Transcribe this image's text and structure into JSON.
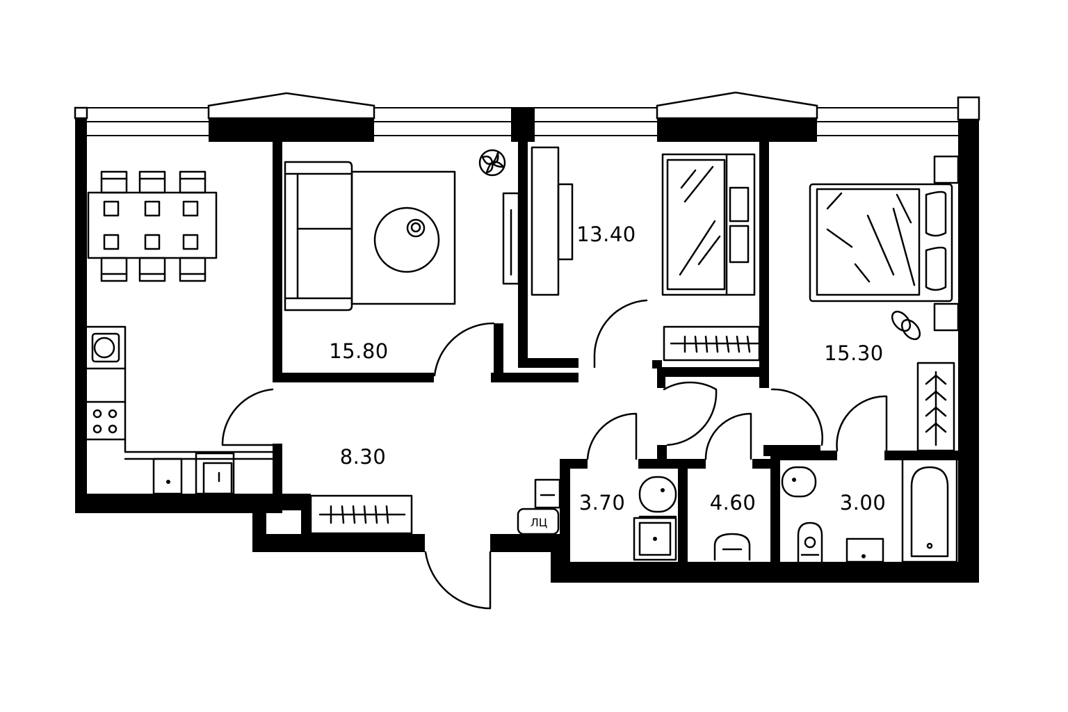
{
  "plan": {
    "colors": {
      "wall": "#000000",
      "background": "#ffffff"
    },
    "rooms": [
      {
        "id": "living-room",
        "area": "15.80"
      },
      {
        "id": "bedroom-1",
        "area": "13.40"
      },
      {
        "id": "bedroom-2",
        "area": "15.30"
      },
      {
        "id": "hallway",
        "area": "8.30"
      },
      {
        "id": "bathroom-1",
        "area": "3.70"
      },
      {
        "id": "bathroom-2",
        "area": "4.60"
      },
      {
        "id": "bathroom-3",
        "area": "3.00"
      }
    ],
    "washer_label": "ЛЦ"
  }
}
